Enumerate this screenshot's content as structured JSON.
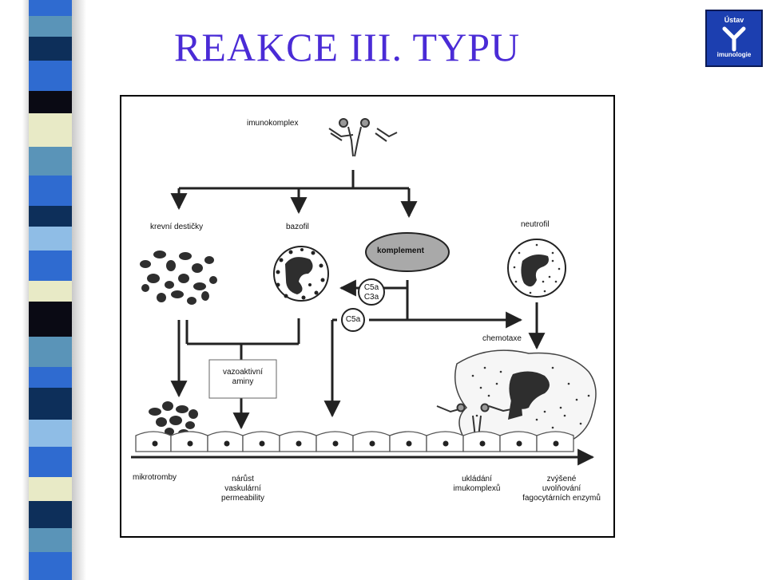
{
  "slide": {
    "title": "REAKCE III. TYPU",
    "colors": {
      "title": "#4a2bd6",
      "strip_blue": "#2f6bd0",
      "strip_dark": "#0d2f5a",
      "strip_cream": "#e8eac6",
      "strip_teal": "#5a94b8"
    }
  },
  "logo": {
    "top_text": "Ústav",
    "bottom_text": "imunologie",
    "icon": "antibody-icon"
  },
  "diagram": {
    "imunokomplex": "imunokomplex",
    "krevni_desticky": "krevní destičky",
    "bazofil": "bazofil",
    "komplement": "komplement",
    "neutrofil": "neutrofil",
    "c5a_c3a": [
      "C5a",
      "C3a"
    ],
    "c5a": "C5a",
    "chemotaxe": "chemotaxe",
    "vazoaktivni_aminy": [
      "vazoaktivní",
      "aminy"
    ],
    "mikrotromby": "mikrotromby",
    "narust": [
      "nárůst",
      "vaskulární",
      "permeability"
    ],
    "ukladani": [
      "ukládání",
      "imukomplexů"
    ],
    "zvysene": [
      "zvýšené",
      "uvolňování",
      "fagocytárních enzymů"
    ]
  }
}
